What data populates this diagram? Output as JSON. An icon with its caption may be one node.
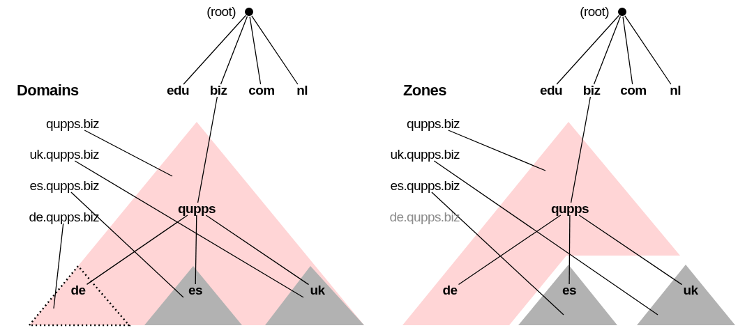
{
  "diagram": {
    "nodes": [
      {
        "text": [],
        "shape": "circle",
        "beside": [
          "(root)"
        ]
      },
      {
        "text": [
          "edu"
        ]
      },
      {
        "text": [
          "biz"
        ]
      },
      {
        "text": [
          "com"
        ]
      },
      {
        "text": [
          "nl"
        ]
      },
      {
        "text": [
          "qupps"
        ],
        "in": 9
      },
      {
        "text": [
          "de"
        ],
        "in": 10
      },
      {
        "text": [
          "es"
        ],
        "in": 11
      },
      {
        "text": [
          "uk"
        ],
        "in": 12
      },
      {
        "text": [],
        "shape": "triangle"
      },
      {
        "text": [],
        "shape": "triangle",
        "in": 9
      },
      {
        "text": [],
        "shape": "triangle",
        "in": 9
      },
      {
        "text": [],
        "shape": "triangle",
        "in": 9
      },
      {
        "text": [
          "qupps.biz"
        ]
      },
      {
        "text": [
          "uk.qupps.biz"
        ]
      },
      {
        "text": [
          "es.qupps.biz"
        ]
      },
      {
        "text": [
          "de.qupps.biz"
        ]
      },
      {
        "text": [],
        "shape": "circle",
        "beside": [
          "(root)"
        ]
      },
      {
        "text": [
          "edu"
        ]
      },
      {
        "text": [
          "biz"
        ]
      },
      {
        "text": [
          "com"
        ]
      },
      {
        "text": [
          "nl"
        ]
      },
      {
        "text": [
          "qupps"
        ],
        "in": 26
      },
      {
        "text": [
          "de"
        ],
        "in": 26
      },
      {
        "text": [
          "es"
        ],
        "in": 27
      },
      {
        "text": [
          "uk"
        ],
        "in": 28
      },
      {
        "text": [],
        "shape": "triangle"
      },
      {
        "text": [],
        "shape": "triangle"
      },
      {
        "text": [],
        "shape": "triangle"
      },
      {
        "text": [
          "qupps.biz"
        ]
      },
      {
        "text": [
          "uk.qupps.biz"
        ]
      },
      {
        "text": [
          "es.qupps.biz"
        ]
      }
    ],
    "edges": [
      {
        "from": 0,
        "to": 1,
        "arrow": "none"
      },
      {
        "from": 0,
        "to": 2,
        "arrow": "none"
      },
      {
        "from": 0,
        "to": 3,
        "arrow": "none"
      },
      {
        "from": 0,
        "to": 4,
        "arrow": "none"
      },
      {
        "from": 2,
        "to": 5,
        "arrow": "none"
      },
      {
        "from": 5,
        "to": 6,
        "arrow": "none"
      },
      {
        "from": 5,
        "to": 7,
        "arrow": "none"
      },
      {
        "from": 5,
        "to": 8,
        "arrow": "none"
      },
      {
        "from": 13,
        "to": 9,
        "arrow": "none"
      },
      {
        "from": 14,
        "to": 12,
        "arrow": "none"
      },
      {
        "from": 15,
        "to": 11,
        "arrow": "none"
      },
      {
        "from": 16,
        "to": 10,
        "arrow": "none"
      },
      {
        "from": 17,
        "to": 18,
        "arrow": "none"
      },
      {
        "from": 17,
        "to": 19,
        "arrow": "none"
      },
      {
        "from": 17,
        "to": 20,
        "arrow": "none"
      },
      {
        "from": 17,
        "to": 21,
        "arrow": "none"
      },
      {
        "from": 19,
        "to": 22,
        "arrow": "none"
      },
      {
        "from": 22,
        "to": 23,
        "arrow": "none"
      },
      {
        "from": 22,
        "to": 24,
        "arrow": "none"
      },
      {
        "from": 22,
        "to": 25,
        "arrow": "none"
      },
      {
        "from": 29,
        "to": 26,
        "arrow": "none"
      },
      {
        "from": 30,
        "to": 28,
        "arrow": "none"
      },
      {
        "from": 31,
        "to": 27,
        "arrow": "none"
      }
    ],
    "labels": [
      "Domains",
      "Zones",
      "de.qupps.biz"
    ]
  }
}
